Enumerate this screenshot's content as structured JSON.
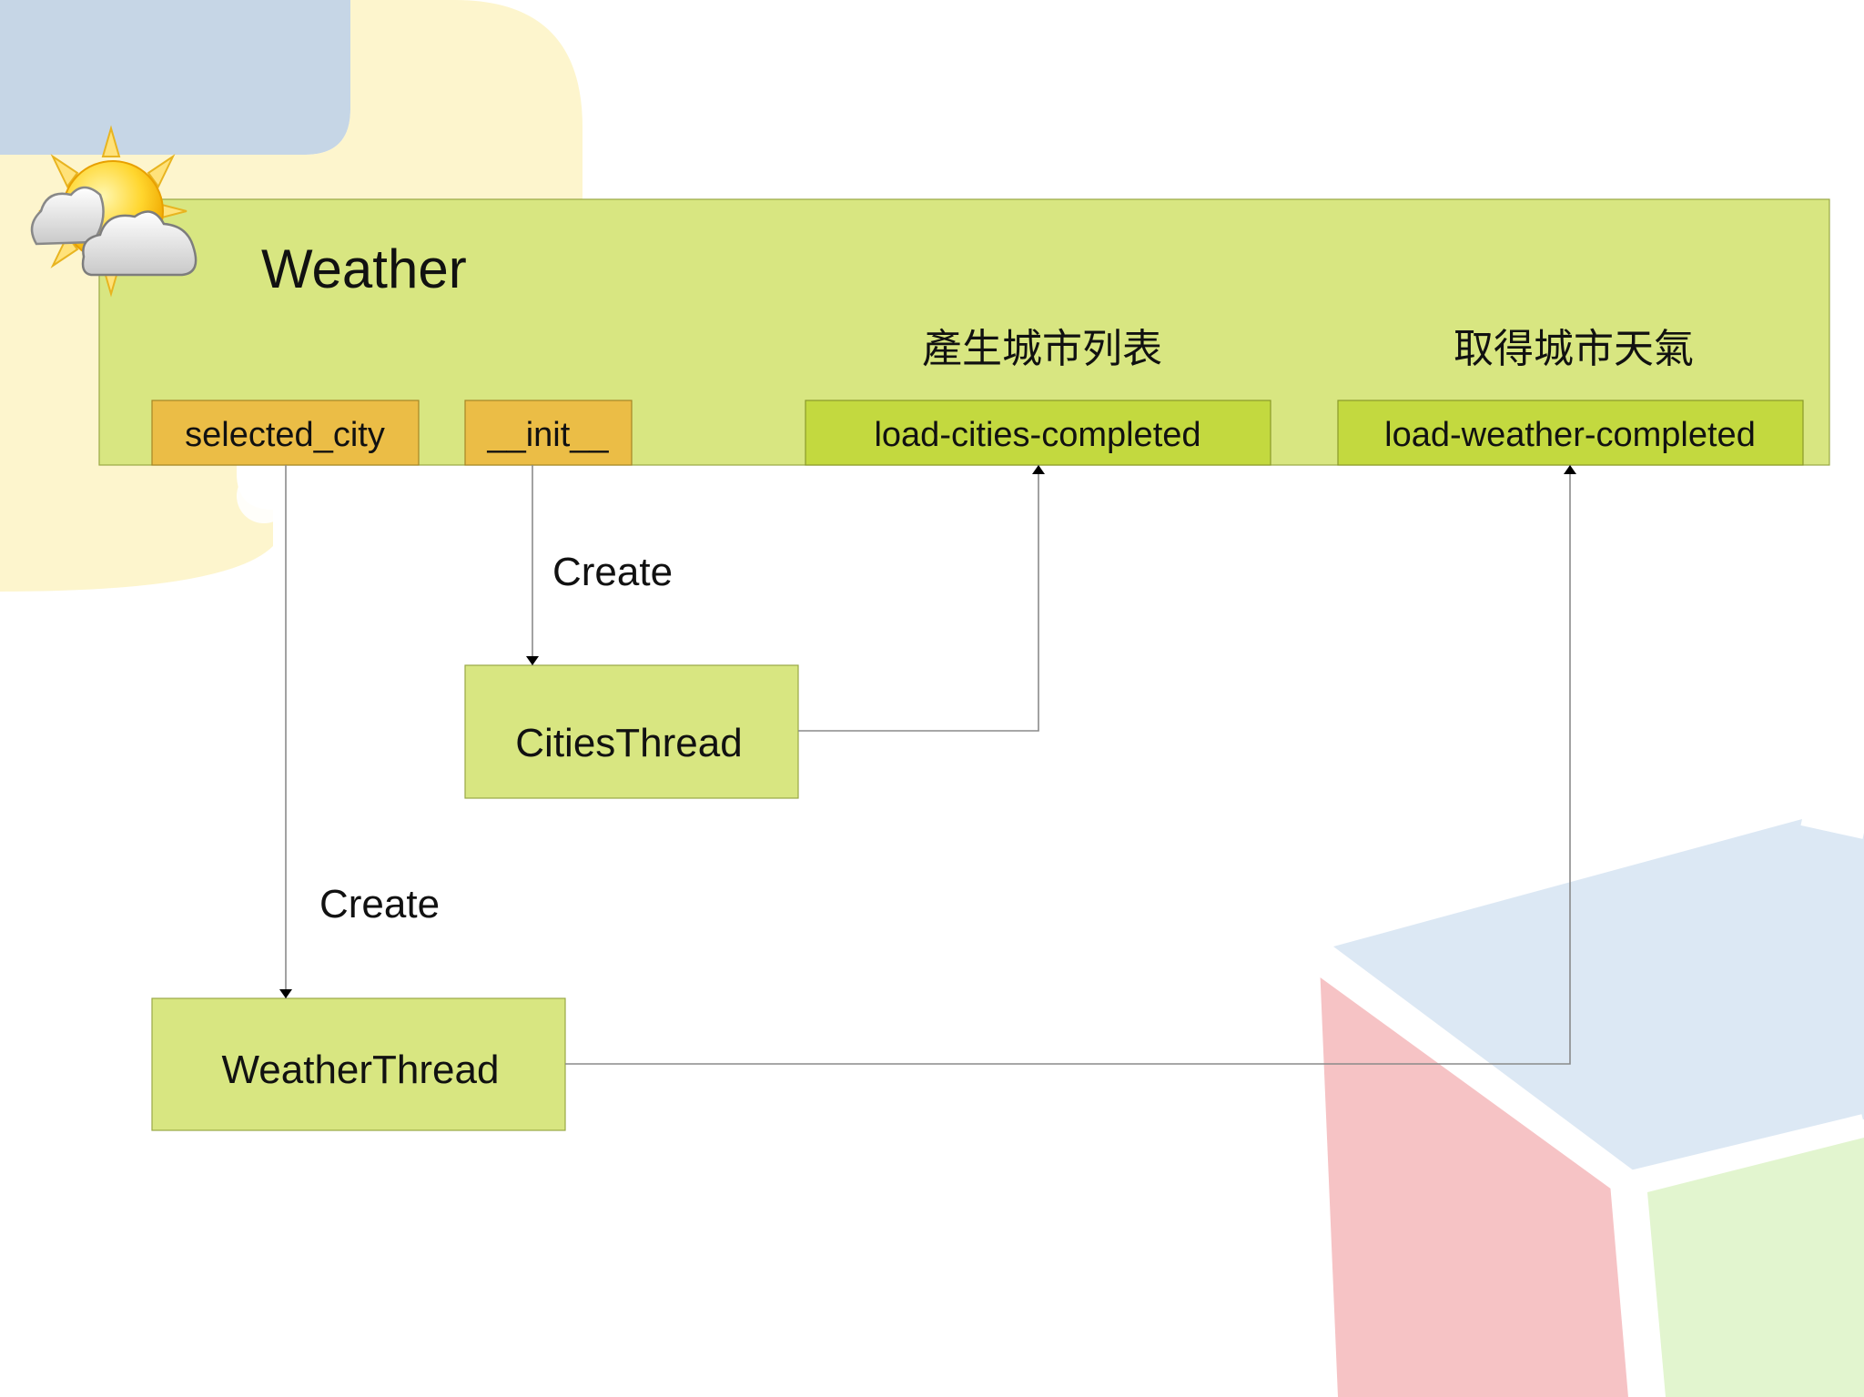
{
  "diagram": {
    "title": "Weather",
    "group_labels": {
      "cities": "產生城市列表",
      "weather": "取得城市天氣"
    },
    "attributes": {
      "selected_city": "selected_city",
      "init": "__init__"
    },
    "events": {
      "cities_completed": "load-cities-completed",
      "weather_completed": "load-weather-completed"
    },
    "threads": {
      "cities": "CitiesThread",
      "weather": "WeatherThread"
    },
    "edges": {
      "create_cities": "Create",
      "create_weather": "Create"
    }
  },
  "colors": {
    "container": "#d8e681",
    "attribute": "#ebbd46",
    "event": "#c3d93f",
    "thread": "#d8e681",
    "line": "#8a8a8a"
  },
  "icons": {
    "weather": "partly-cloudy-icon"
  }
}
